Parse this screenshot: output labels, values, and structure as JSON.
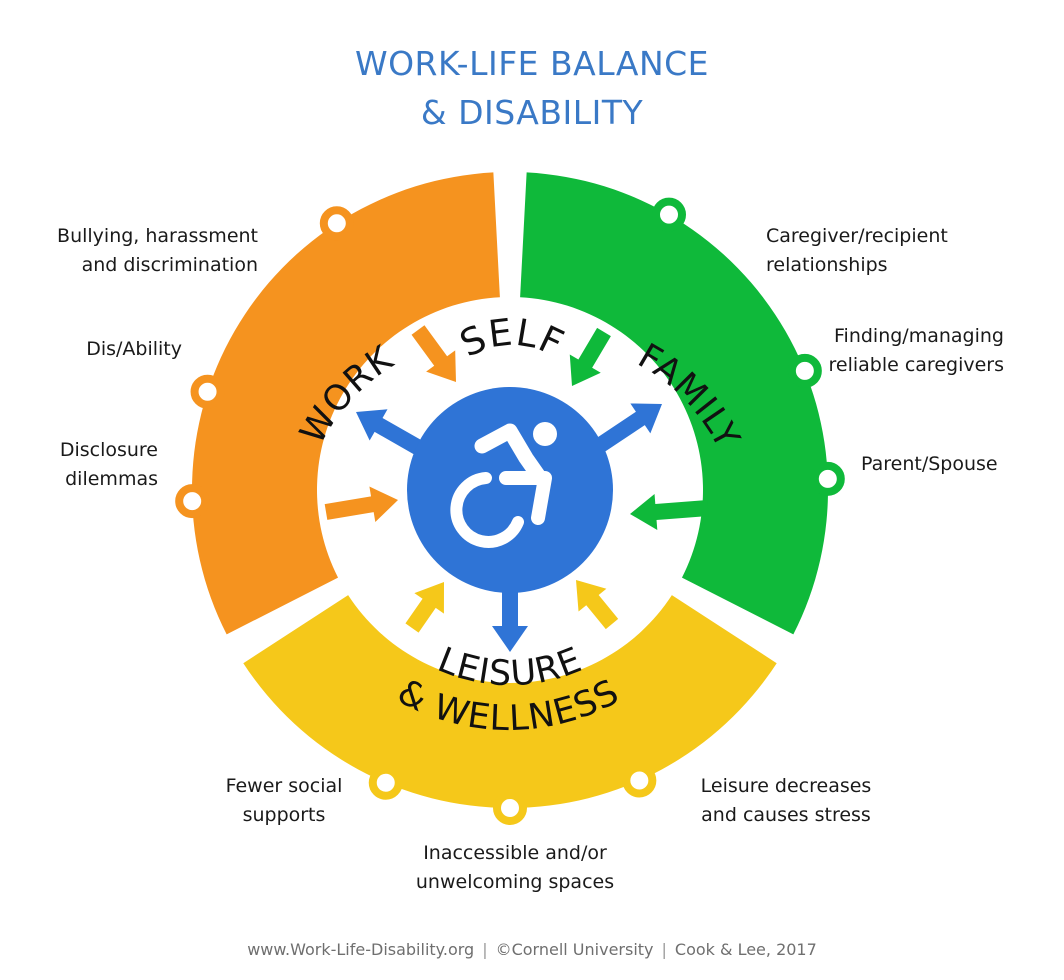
{
  "title": {
    "line1": "WORK-LIFE BALANCE",
    "line2": "& DISABILITY"
  },
  "colors": {
    "work": "#f5931f",
    "family": "#0fb93a",
    "leisure": "#f5c81a",
    "self": "#2f74d6",
    "title": "#3a79c6"
  },
  "segments": {
    "self": "SELF",
    "work": "WORK",
    "family": "FAMILY",
    "leisure_line1": "LEISURE",
    "leisure_line2": "& WELLNESS"
  },
  "center_icon": "wheelchair-accessibility-icon",
  "factors": {
    "work": [
      {
        "line1": "Bullying, harassment",
        "line2": "and discrimination"
      },
      {
        "line1": "Dis/Ability",
        "line2": ""
      },
      {
        "line1": "Disclosure",
        "line2": "dilemmas"
      }
    ],
    "family": [
      {
        "line1": "Caregiver/recipient",
        "line2": "relationships"
      },
      {
        "line1": "Finding/managing",
        "line2": "reliable caregivers"
      },
      {
        "line1": "Parent/Spouse",
        "line2": ""
      }
    ],
    "leisure": [
      {
        "line1": "Fewer social",
        "line2": "supports"
      },
      {
        "line1": "Inaccessible and/or",
        "line2": "unwelcoming spaces"
      },
      {
        "line1": "Leisure decreases",
        "line2": "and causes stress"
      }
    ]
  },
  "footer": {
    "site": "www.Work-Life-Disability.org",
    "copyright": "©Cornell University",
    "credit": "Cook & Lee, 2017"
  }
}
